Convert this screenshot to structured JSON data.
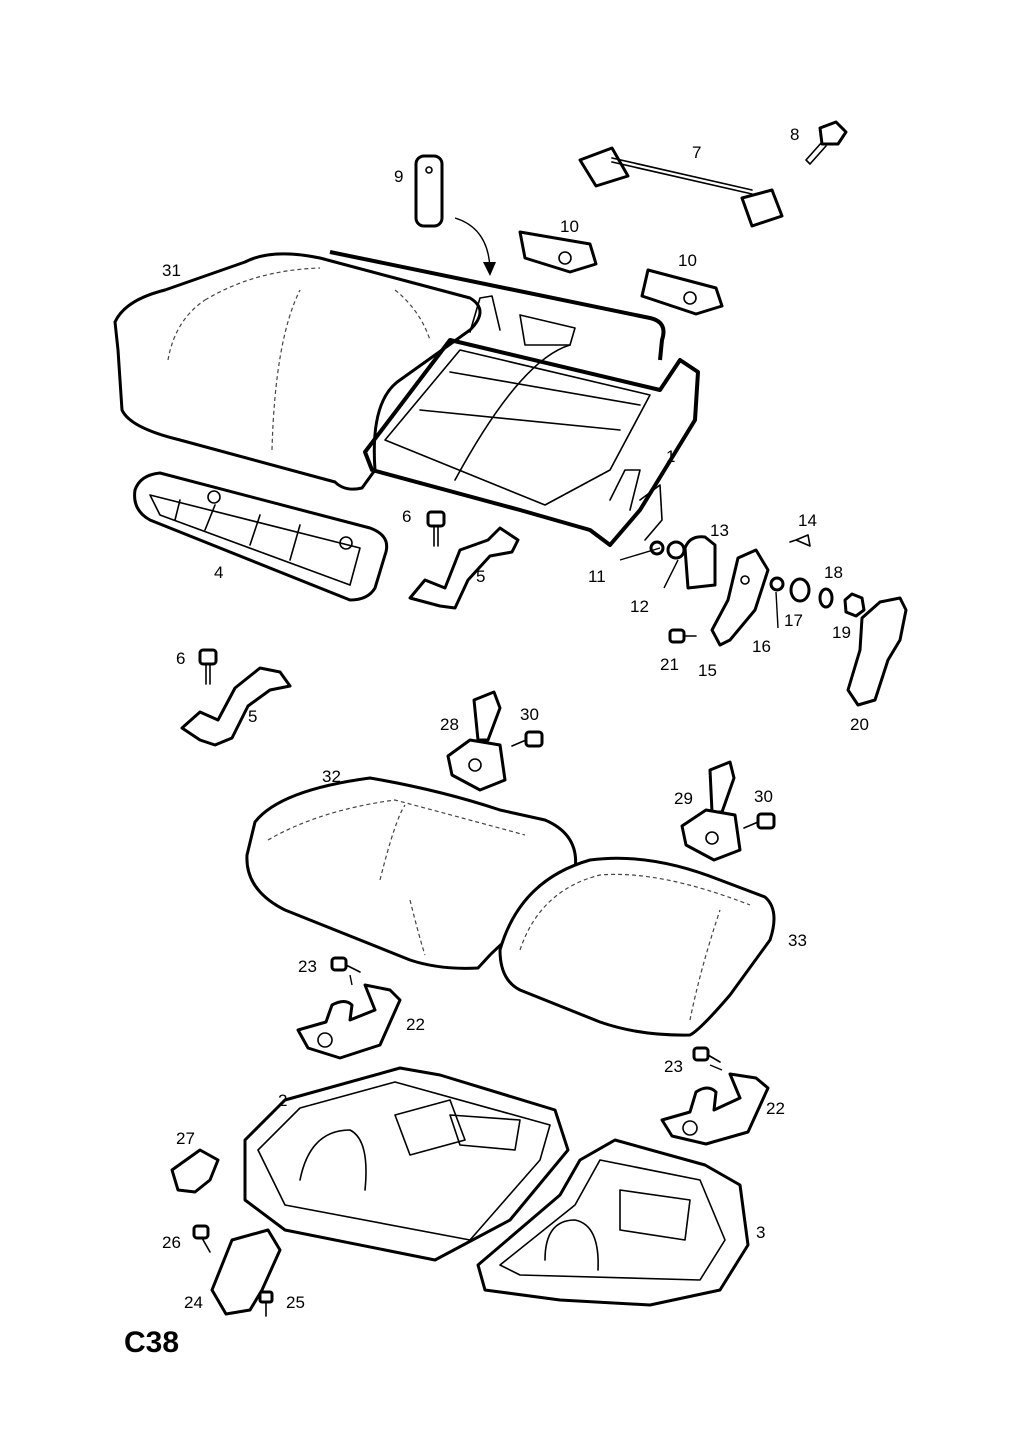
{
  "page_code": "C38",
  "callouts": [
    "1",
    "2",
    "3",
    "4",
    "5",
    "5",
    "6",
    "6",
    "7",
    "8",
    "9",
    "10",
    "10",
    "11",
    "12",
    "13",
    "14",
    "15",
    "16",
    "17",
    "18",
    "19",
    "20",
    "21",
    "22",
    "22",
    "23",
    "23",
    "24",
    "25",
    "26",
    "27",
    "28",
    "29",
    "30",
    "30",
    "31",
    "32",
    "33"
  ],
  "colors": {
    "line": "#000000",
    "background": "#ffffff"
  }
}
